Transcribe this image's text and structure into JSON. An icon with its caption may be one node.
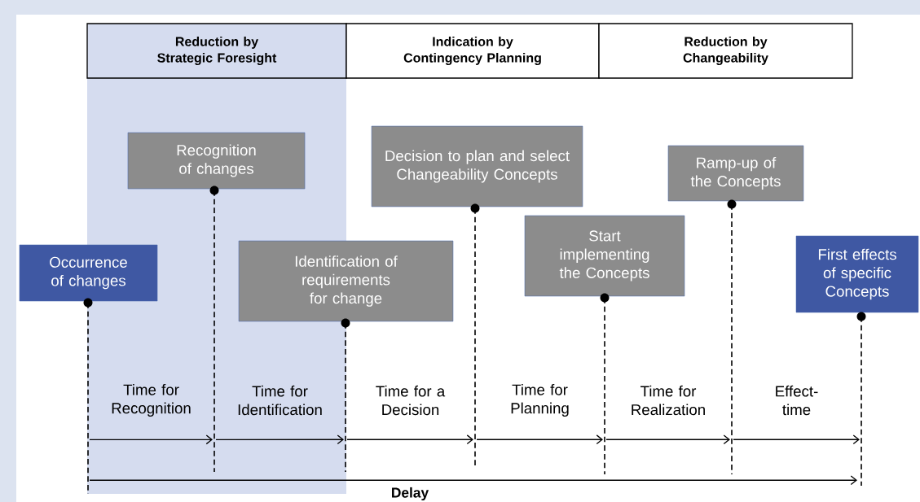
{
  "diagram": {
    "nodes": [
      {
        "text": [
          "Reduction by Strategic Foresight"
        ]
      },
      {
        "text": [
          "Indication by Contingency Planning"
        ]
      },
      {
        "text": [
          "Reduction by Changeability"
        ]
      },
      {
        "text": [
          "Occurrence of changes"
        ]
      },
      {
        "text": [
          "Recognition of changes"
        ]
      },
      {
        "text": [
          "Identification of requirements for change"
        ]
      },
      {
        "text": [
          "Decision to plan and select Changeability Concepts"
        ]
      },
      {
        "text": [
          "Start implementing the Concepts"
        ]
      },
      {
        "text": [
          "Ramp-up of the Concepts"
        ]
      },
      {
        "text": [
          "First effects of specific Concepts"
        ]
      }
    ],
    "edges": [
      {
        "from": 3,
        "to": 4,
        "arrow": "to",
        "label": "Time for Recognition"
      },
      {
        "from": 4,
        "to": 5,
        "arrow": "to",
        "label": "Time for Identification"
      },
      {
        "from": 5,
        "to": 6,
        "arrow": "to",
        "label": "Time for a Decision"
      },
      {
        "from": 6,
        "to": 7,
        "arrow": "to",
        "label": "Time for Planning"
      },
      {
        "from": 7,
        "to": 8,
        "arrow": "to",
        "label": "Time for Realization"
      },
      {
        "from": 8,
        "to": 9,
        "arrow": "to",
        "label": "Effect-time"
      },
      {
        "from": 3,
        "to": 9,
        "arrow": "to",
        "label": "Delay"
      }
    ]
  }
}
